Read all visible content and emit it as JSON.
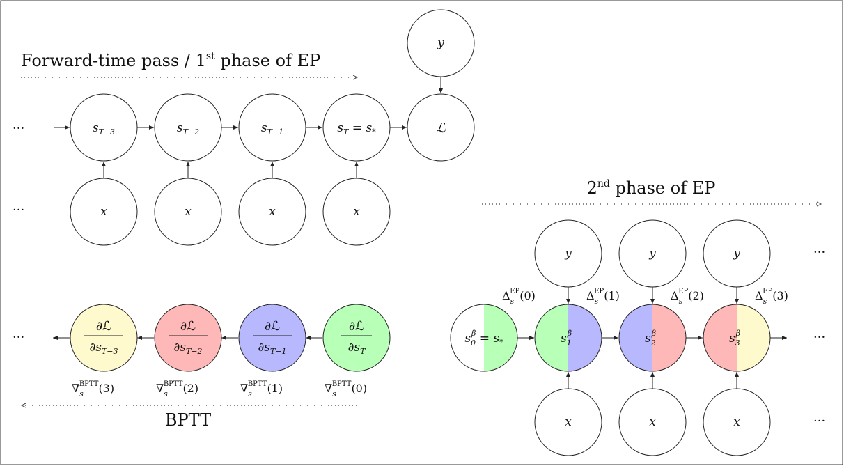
{
  "colors": {
    "green": "#b8ffb8",
    "blue": "#b8b8ff",
    "red": "#ffb8b8",
    "yellow": "#fffacd"
  },
  "titles": {
    "forward": "Forward-time pass / 1",
    "forward_sup": "st",
    "forward_tail": " phase of EP",
    "second": "2",
    "second_sup": "nd",
    "second_tail": " phase of EP",
    "bptt": "BPTT"
  },
  "ellipsis": "···",
  "forward_states": [
    {
      "base": "s",
      "sub": "T−3",
      "tail": ""
    },
    {
      "base": "s",
      "sub": "T−2",
      "tail": ""
    },
    {
      "base": "s",
      "sub": "T−1",
      "tail": ""
    },
    {
      "base": "s",
      "sub": "T",
      "tail": " = s",
      "tail_sub": "*"
    }
  ],
  "input_label": "x",
  "target_label": "y",
  "loss_label": "ℒ",
  "grad_nodes": [
    {
      "num": "∂ℒ",
      "den": "∂s",
      "den_sub": "T−3",
      "color": "yellow"
    },
    {
      "num": "∂ℒ",
      "den": "∂s",
      "den_sub": "T−2",
      "color": "red"
    },
    {
      "num": "∂ℒ",
      "den": "∂s",
      "den_sub": "T−1",
      "color": "blue"
    },
    {
      "num": "∂ℒ",
      "den": "∂s",
      "den_sub": "T",
      "color": "green"
    }
  ],
  "bptt_labels": [
    {
      "nabla": "∇",
      "sub": "s",
      "sup": "BPTT",
      "arg": "(3)"
    },
    {
      "nabla": "∇",
      "sub": "s",
      "sup": "BPTT",
      "arg": "(2)"
    },
    {
      "nabla": "∇",
      "sub": "s",
      "sup": "BPTT",
      "arg": "(1)"
    },
    {
      "nabla": "∇",
      "sub": "s",
      "sup": "BPTT",
      "arg": "(0)"
    }
  ],
  "ep_states": [
    {
      "base": "s",
      "sub": "0",
      "sup": "β",
      "tail": " = s",
      "tail_sub": "*",
      "left": "white",
      "right": "green"
    },
    {
      "base": "s",
      "sub": "1",
      "sup": "β",
      "tail": "",
      "left": "green",
      "right": "blue"
    },
    {
      "base": "s",
      "sub": "2",
      "sup": "β",
      "tail": "",
      "left": "blue",
      "right": "red"
    },
    {
      "base": "s",
      "sub": "3",
      "sup": "β",
      "tail": "",
      "left": "red",
      "right": "yellow"
    }
  ],
  "ep_labels": [
    {
      "delta": "Δ",
      "sub": "s",
      "sup": "EP",
      "arg": "(0)"
    },
    {
      "delta": "Δ",
      "sub": "s",
      "sup": "EP",
      "arg": "(1)"
    },
    {
      "delta": "Δ",
      "sub": "s",
      "sup": "EP",
      "arg": "(2)"
    },
    {
      "delta": "Δ",
      "sub": "s",
      "sup": "EP",
      "arg": "(3)"
    }
  ]
}
